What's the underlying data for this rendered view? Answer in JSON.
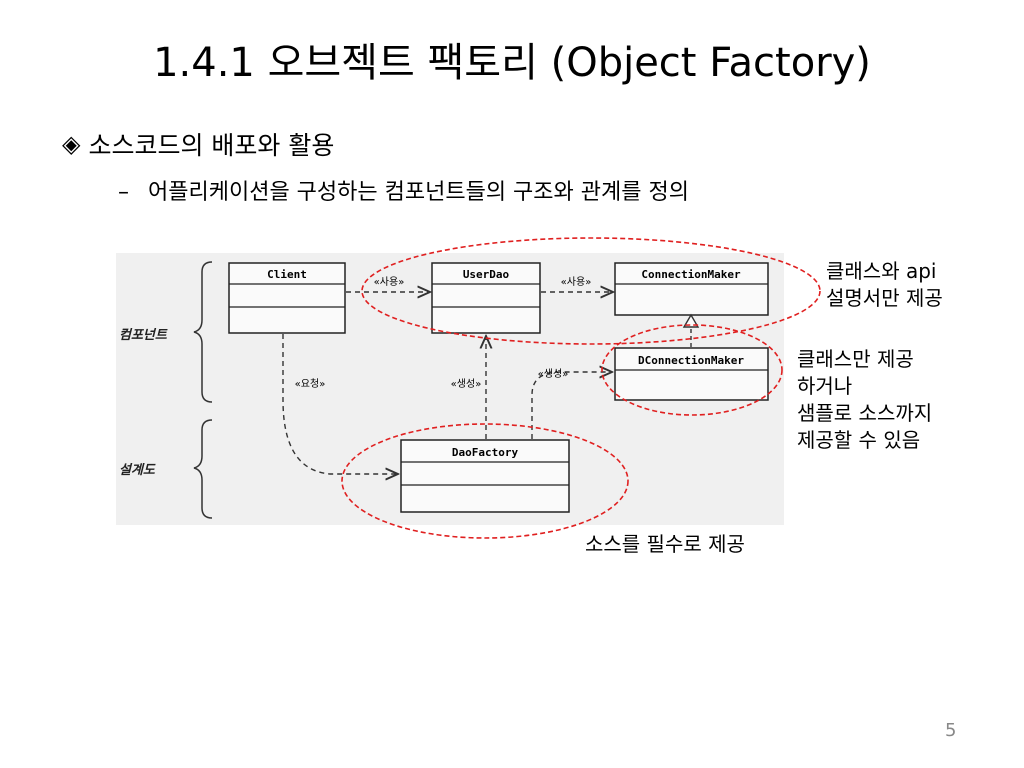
{
  "slide": {
    "title": "1.4.1 오브젝트 팩토리 (Object Factory)",
    "bullet": "소스코드의 배포와 활용",
    "sub_bullet": "어플리케이션을 구성하는 컴포넌트들의 구조와 관계를 정의",
    "page_number": "5"
  },
  "diagram": {
    "side_labels": {
      "component": "컴포넌트",
      "design": "설계도"
    },
    "classes": {
      "client": "Client",
      "userdao": "UserDao",
      "connectionmaker": "ConnectionMaker",
      "dconnectionmaker": "DConnectionMaker",
      "daofactory": "DaoFactory"
    },
    "edges": {
      "use1": "«사용»",
      "use2": "«사용»",
      "request": "«요청»",
      "create1": "«생성»",
      "create2": "«생성»"
    }
  },
  "annotations": {
    "top": [
      "클래스와 api",
      "설명서만 제공"
    ],
    "middle": [
      "클래스만 제공",
      "하거나",
      "샘플로 소스까지",
      "제공할 수 있음"
    ],
    "bottom": "소스를 필수로 제공"
  },
  "colors": {
    "highlight_ellipse": "#e02020",
    "figure_background": "#f0f0f0"
  }
}
